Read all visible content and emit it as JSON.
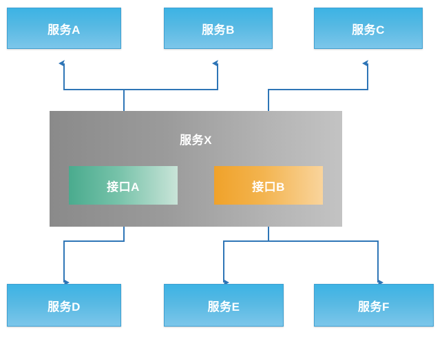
{
  "diagram": {
    "title_visible": false,
    "colors": {
      "service_box_fill": "#57b9e3",
      "service_box_border": "#3f9fd0",
      "container_fill_left": "#8a8a8a",
      "container_fill_right": "#c3c3c3",
      "interface_a_fill": "#4aab8e",
      "interface_b_fill": "#f0a22a",
      "connector": "#2e75b6",
      "text": "#ffffff"
    },
    "top_services": [
      {
        "label": "服务A"
      },
      {
        "label": "服务B"
      },
      {
        "label": "服务C"
      }
    ],
    "container": {
      "label": "服务X",
      "interfaces": [
        {
          "label": "接口A"
        },
        {
          "label": "接口B"
        }
      ]
    },
    "bottom_services": [
      {
        "label": "服务D"
      },
      {
        "label": "服务E"
      },
      {
        "label": "服务F"
      }
    ]
  }
}
